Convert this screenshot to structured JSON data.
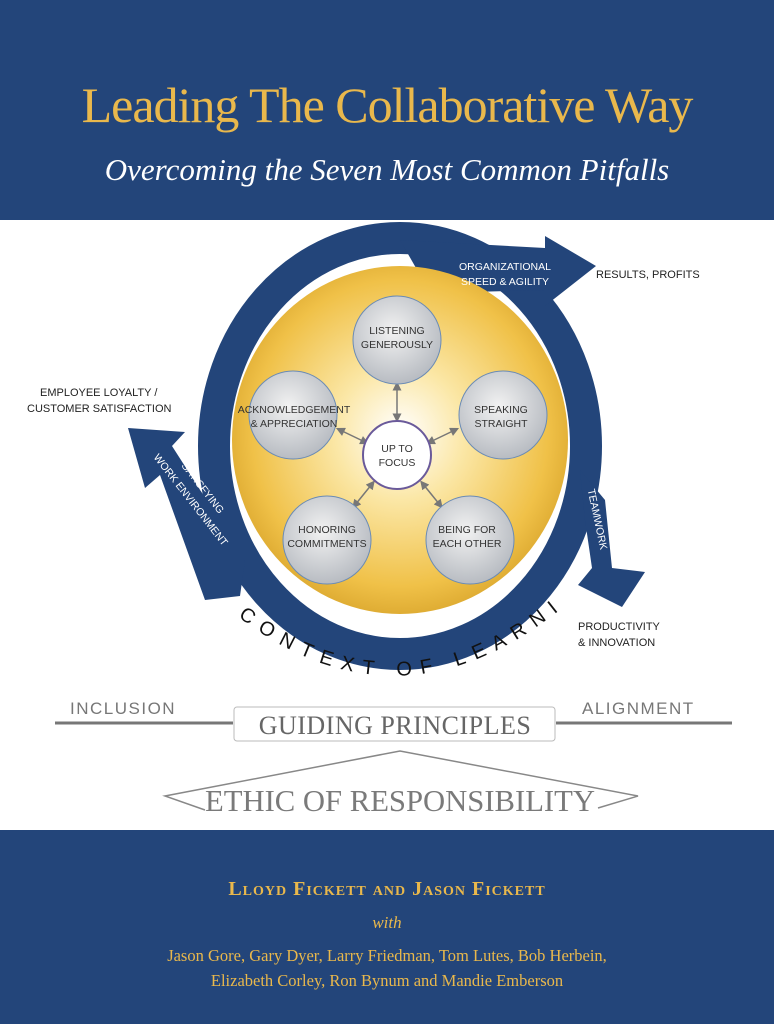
{
  "cover": {
    "title": "Leading The Collaborative Way",
    "subtitle": "Overcoming the Seven Most Common Pitfalls",
    "colors": {
      "navy": "#23457a",
      "gold": "#e9b84c",
      "gray": "#7a7a7a"
    }
  },
  "diagram": {
    "center": [
      "UP TO",
      "FOCUS"
    ],
    "circles": [
      {
        "lines": [
          "LISTENING",
          "GENEROUSLY"
        ]
      },
      {
        "lines": [
          "ACKNOWLEDGEMENT",
          "& APPRECIATION"
        ]
      },
      {
        "lines": [
          "SPEAKING",
          "STRAIGHT"
        ]
      },
      {
        "lines": [
          "HONORING",
          "COMMITMENTS"
        ]
      },
      {
        "lines": [
          "BEING FOR",
          "EACH OTHER"
        ]
      }
    ],
    "arrows": {
      "top": [
        "ORGANIZATIONAL",
        "SPEED & AGILITY"
      ],
      "right": "TEAMWORK",
      "left": [
        "SATISFYING",
        "WORK ENVIRONMENT"
      ]
    },
    "outcomes": {
      "results": "RESULTS, PROFITS",
      "loyalty": [
        "EMPLOYEE LOYALTY /",
        "CUSTOMER SATISFACTION"
      ],
      "productivity": [
        "PRODUCTIVITY",
        "& INNOVATION"
      ]
    },
    "context": "CONTEXT OF LEARNING",
    "inclusion": "INCLUSION",
    "alignment": "ALIGNMENT",
    "guiding": "GUIDING PRINCIPLES",
    "ethic": "ETHIC OF RESPONSIBILITY"
  },
  "credits": {
    "authors": "Lloyd Fickett and Jason Fickett",
    "with": "with",
    "contributors": [
      "Jason Gore, Gary Dyer, Larry Friedman, Tom Lutes, Bob Herbein,",
      "Elizabeth Corley,  Ron Bynum and Mandie Emberson"
    ]
  }
}
